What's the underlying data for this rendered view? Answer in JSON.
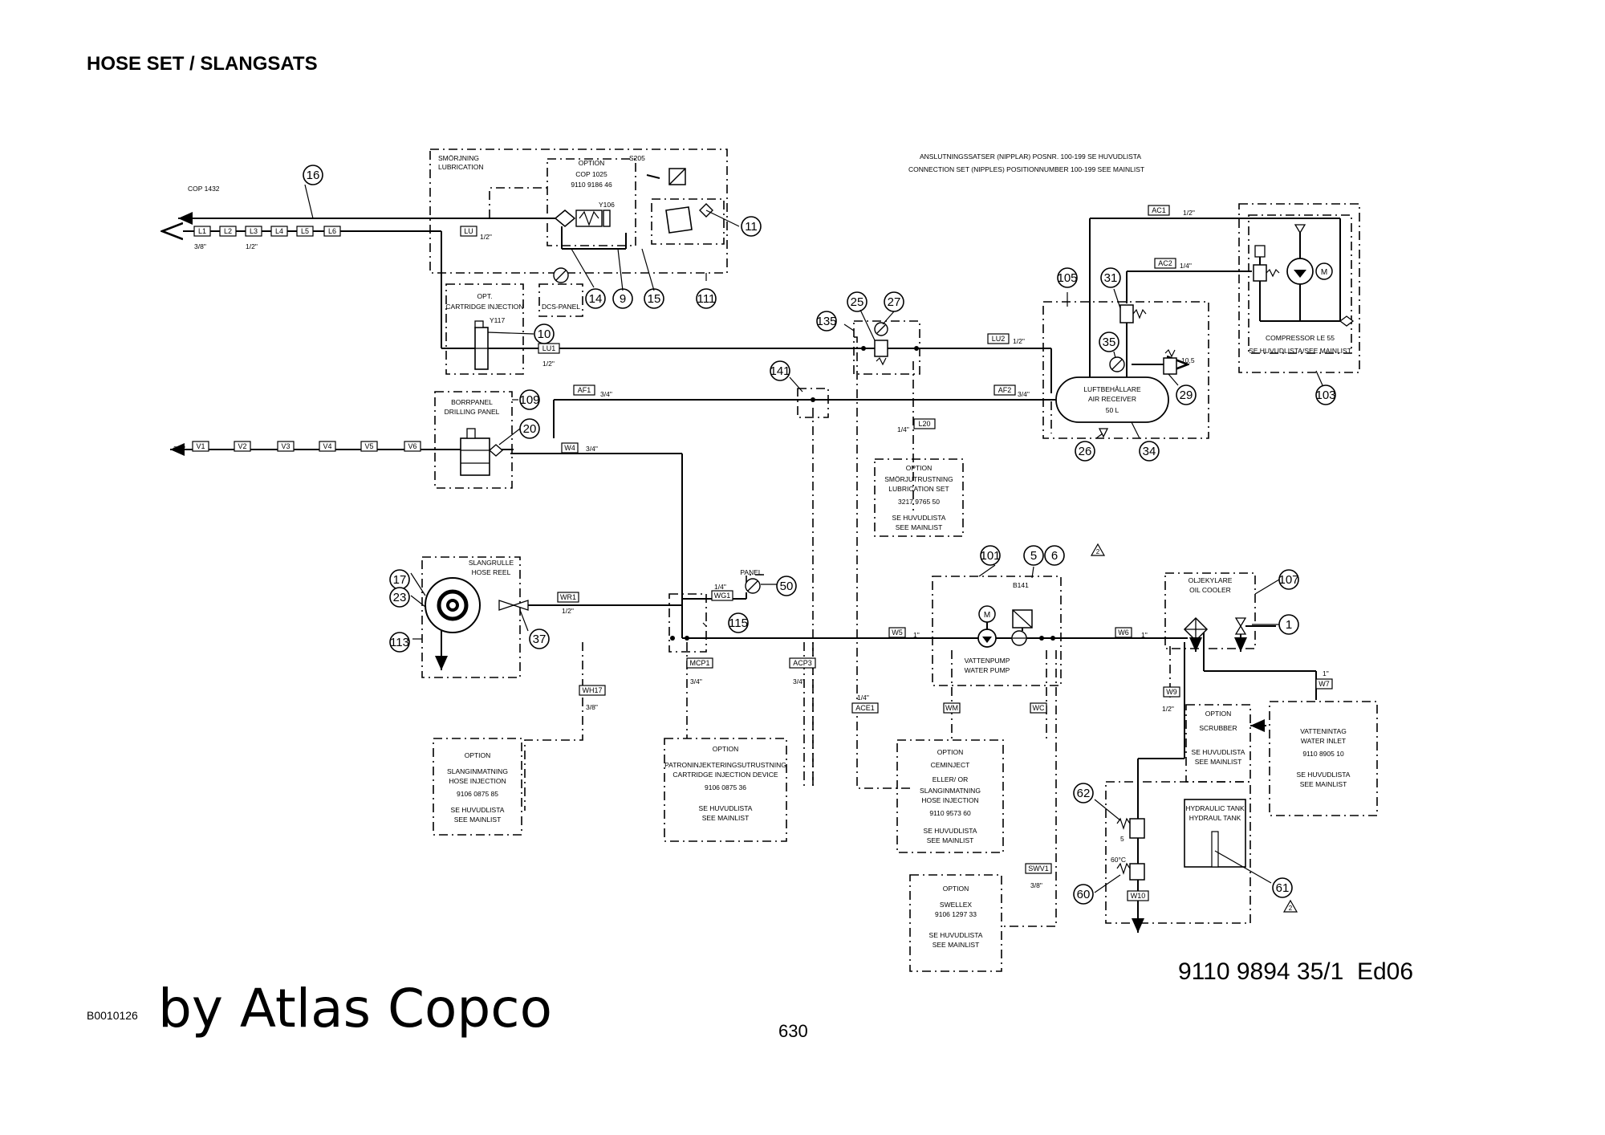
{
  "header": {
    "title": "HOSE SET / SLANGSATS"
  },
  "footer": {
    "doc_number": "9110 9894 35/1  Ed06",
    "figure_ref": "B0010126",
    "brand": "by Atlas Copco",
    "page_number": "630"
  },
  "diagram": {
    "note_lines": [
      "ANSLUTNINGSSATSER (NIPPLAR) POSNR. 100-199 SE HUVUDLISTA",
      "CONNECTION SET (NIPPLES) POSITIONNUMBER 100-199 SEE MAINLIST"
    ],
    "rig_label": "COP 1432",
    "balloons": {
      "b16": "16",
      "b11": "11",
      "b14": "14",
      "b9": "9",
      "b15": "15",
      "b111": "111",
      "b10": "10",
      "b109": "109",
      "b20": "20",
      "b135": "135",
      "b25": "25",
      "b27": "27",
      "b141": "141",
      "b105": "105",
      "b31": "31",
      "b35": "35",
      "b29": "29",
      "b26": "26",
      "b34": "34",
      "b103": "103",
      "b17": "17",
      "b23": "23",
      "b113": "113",
      "b37": "37",
      "b115": "115",
      "b50": "50",
      "b101": "101",
      "b5": "5",
      "b6": "6",
      "b107": "107",
      "b1": "1",
      "b62": "62",
      "b60": "60",
      "b61": "61"
    },
    "tags": {
      "L1": "L1",
      "L2": "L2",
      "L3": "L3",
      "L4": "L4",
      "L5": "L5",
      "L6": "L6",
      "LU": "LU",
      "LU1": "LU1",
      "LU2": "LU2",
      "L20": "L20",
      "AF1": "AF1",
      "AF2": "AF2",
      "AC1": "AC1",
      "AC2": "AC2",
      "V1": "V1",
      "V2": "V2",
      "V3": "V3",
      "V4": "V4",
      "V5": "V5",
      "V6": "V6",
      "W4": "W4",
      "WR1": "WR1",
      "WG1": "WG1",
      "W5": "W5",
      "W6": "W6",
      "W7": "W7",
      "W9": "W9",
      "W10": "W10",
      "MCP1": "MCP1",
      "ACP3": "ACP3",
      "WH17": "WH17",
      "ACE1": "ACE1",
      "WM": "WM",
      "WC": "WC",
      "SWV1": "SWV1"
    },
    "sizes": {
      "s38": "3/8\"",
      "s12": "1/2\"",
      "s34": "3/4\"",
      "s14": "1/4\"",
      "s1": "1\""
    },
    "labels": {
      "lub_box": [
        "SMÖRJNING",
        "LUBRICATION"
      ],
      "opt_cop": [
        "OPTION",
        "COP 1025",
        "9110 9186 46"
      ],
      "s205": "S205",
      "y106": "Y106",
      "dcs": "DCS-PANEL",
      "opt_cart": [
        "OPT.",
        "CARTRIDGE INJECTION"
      ],
      "y117": "Y117",
      "drill_panel": [
        "BORRPANEL",
        "DRILLING PANEL"
      ],
      "lub_set": [
        "OPTION",
        "SMÖRJUTRUSTNING",
        "LUBRICATION SET",
        "3217 9765 50",
        "SE HUVUDLISTA",
        "SEE MAINLIST"
      ],
      "receiver": [
        "LUFTBEHÅLLARE",
        "AIR RECEIVER",
        "50 L"
      ],
      "r105": "10,5",
      "compressor": [
        "COMPRESSOR  LE 55",
        "SE HUVUDLISTA/SEE MAINLIST"
      ],
      "hose_reel": [
        "SLANGRULLE",
        "HOSE REEL"
      ],
      "panel": "PANEL",
      "water_pump": [
        "VATTENPUMP",
        "WATER PUMP"
      ],
      "b141": "B141",
      "oil_cooler": [
        "OLJEKYLARE",
        "OIL COOLER"
      ],
      "opt_hose_inj": [
        "OPTION",
        "SLANGINMATNING",
        "HOSE INJECTION",
        "9106 0875 85",
        "SE HUVUDLISTA",
        "SEE MAINLIST"
      ],
      "opt_cart_dev": [
        "OPTION",
        "PATRONINJEKTERINGSUTRUSTNING",
        "CARTRIDGE INJECTION DEVICE",
        "9106 0875 36",
        "SE HUVUDLISTA",
        "SEE MAINLIST"
      ],
      "opt_ceminject": [
        "OPTION",
        "CEMINJECT",
        "ELLER/ OR",
        "SLANGINMATNING",
        "HOSE INJECTION",
        "9110 9573 60",
        "SE HUVUDLISTA",
        "SEE MAINLIST"
      ],
      "opt_swellex": [
        "OPTION",
        "SWELLEX",
        "9106 1297 33",
        "SE HUVUDLISTA",
        "SEE MAINLIST"
      ],
      "opt_scrubber": [
        "OPTION",
        "SCRUBBER",
        "SE HUVUDLISTA",
        "SEE MAINLIST"
      ],
      "water_inlet": [
        "VATTENINTAG",
        "WATER INLET",
        "9110 8905 10",
        "SE HUVUDLISTA",
        "SEE MAINLIST"
      ],
      "hyd_tank": [
        "HYDRAULIC TANK",
        "HYDRAUL TANK"
      ],
      "five": "5",
      "sixty": "60°C",
      "warn": "2"
    }
  }
}
